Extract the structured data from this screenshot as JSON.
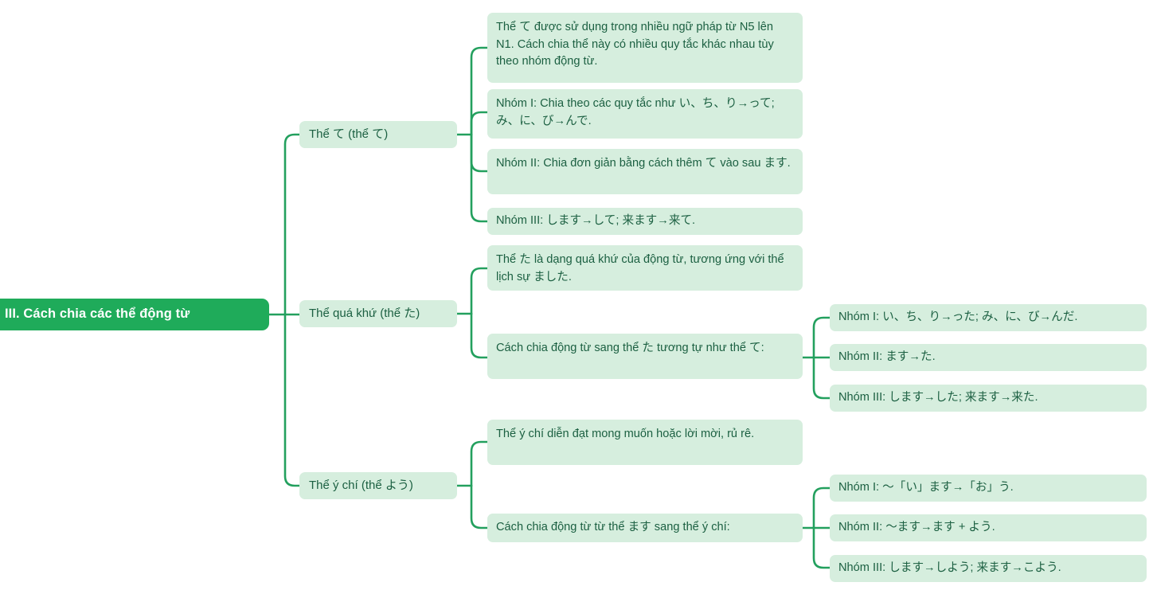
{
  "mindmap": {
    "title": "III. Cách chia các thể động từ",
    "colors": {
      "root_fill": "#1fab5a",
      "root_text": "#ffffff",
      "node_fill": "#d6eede",
      "node_text": "#1c6042",
      "connector": "#23a05e",
      "background": "#ffffff"
    },
    "root": {
      "label": "III. Cách chia các thể động từ"
    },
    "branches": [
      {
        "label": "Thể て (thể て)",
        "children": [
          {
            "label": "Thể て được sử dụng trong nhiều ngữ pháp từ N5 lên N1. Cách chia thể này có nhiều quy tắc khác nhau tùy theo nhóm động từ."
          },
          {
            "label": "Nhóm I: Chia theo các quy tắc như い、ち、り→って; み、に、び→んで."
          },
          {
            "label": "Nhóm II: Chia đơn giản bằng cách thêm て vào sau ます."
          },
          {
            "label": "Nhóm III: します→して; 来ます→来て."
          }
        ]
      },
      {
        "label": "Thể quá khứ (thể た)",
        "children": [
          {
            "label": "Thể た là dạng quá khứ của động từ, tương ứng với thể lịch sự ました."
          },
          {
            "label": "Cách chia động từ sang thể た tương tự như thể て:",
            "children": [
              {
                "label": "Nhóm I: い、ち、り→った; み、に、び→んだ."
              },
              {
                "label": "Nhóm II: ます→た."
              },
              {
                "label": "Nhóm III: します→した; 来ます→来た."
              }
            ]
          }
        ]
      },
      {
        "label": "Thể ý chí (thể よう)",
        "children": [
          {
            "label": "Thể ý chí diễn đạt mong muốn hoặc lời mời, rủ rê."
          },
          {
            "label": "Cách chia động từ từ thể ます sang thể ý chí:",
            "children": [
              {
                "label": "Nhóm I: 〜「い」ます→「お」う."
              },
              {
                "label": "Nhóm II: 〜ます→ます + よう."
              },
              {
                "label": "Nhóm III: します→しよう; 来ます→こよう."
              }
            ]
          }
        ]
      }
    ]
  }
}
